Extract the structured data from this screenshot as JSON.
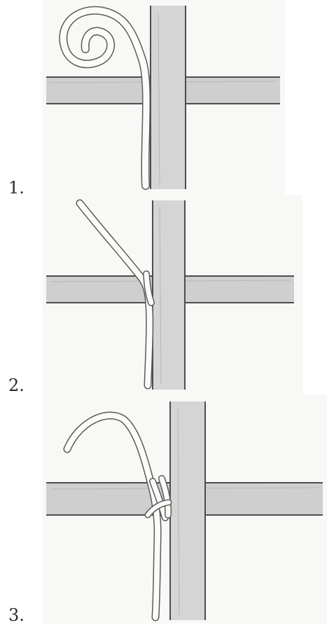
{
  "steps": [
    {
      "number": "1."
    },
    {
      "number": "2."
    },
    {
      "number": "3."
    }
  ],
  "colors": {
    "pole_fill": "#cfcfcf",
    "pole_edge": "#4d4d4d",
    "rope_fill": "#fbfbf8",
    "rope_edge": "#5b5b5b",
    "paper": "#f8f8f6"
  }
}
